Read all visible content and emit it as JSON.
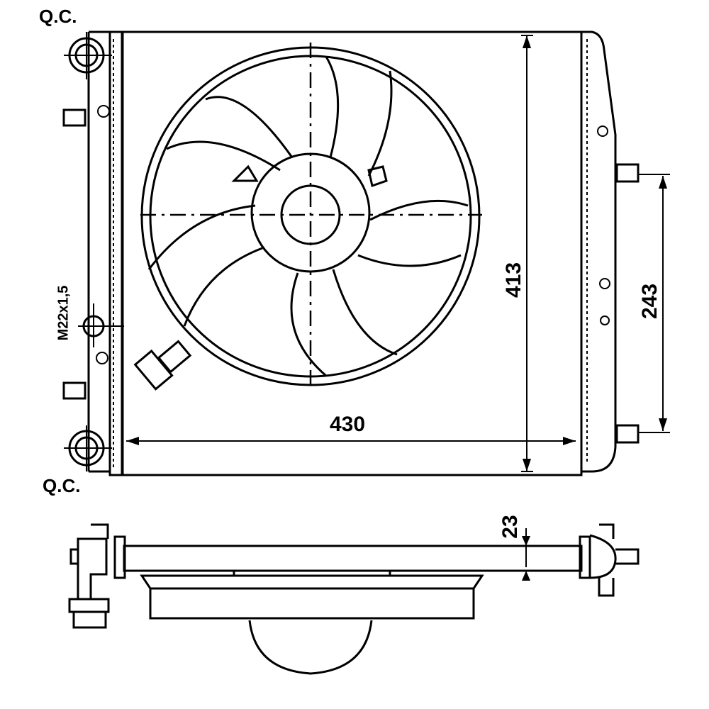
{
  "labels": {
    "qc_top": "Q.C.",
    "qc_bottom": "Q.C.",
    "thread": "M22x1,5",
    "height": "413",
    "width": "430",
    "port_spacing": "243",
    "depth": "23"
  },
  "colors": {
    "line": "#000000",
    "background": "#ffffff"
  }
}
